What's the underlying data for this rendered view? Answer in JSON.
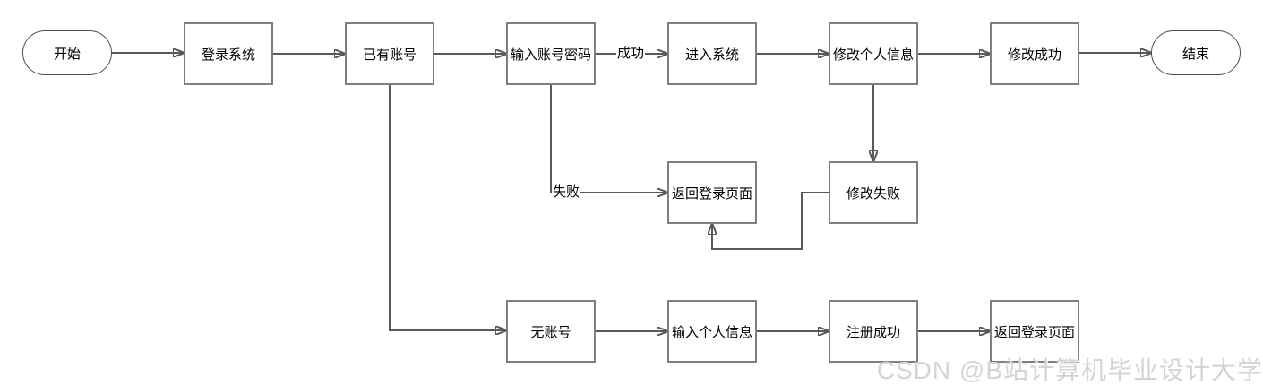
{
  "diagram": {
    "title": "user-login-register-flowchart",
    "nodes": {
      "start": {
        "label": "开始",
        "shape": "stadium"
      },
      "login_system": {
        "label": "登录系统",
        "shape": "rect"
      },
      "has_account": {
        "label": "已有账号",
        "shape": "rect"
      },
      "enter_credentials": {
        "label": "输入账号密码",
        "shape": "rect"
      },
      "enter_system": {
        "label": "进入系统",
        "shape": "rect"
      },
      "modify_profile": {
        "label": "修改个人信息",
        "shape": "rect"
      },
      "modify_success": {
        "label": "修改成功",
        "shape": "rect"
      },
      "end": {
        "label": "结束",
        "shape": "stadium"
      },
      "return_login_mid": {
        "label": "返回登录页面",
        "shape": "rect"
      },
      "modify_fail": {
        "label": "修改失败",
        "shape": "rect"
      },
      "no_account": {
        "label": "无账号",
        "shape": "rect"
      },
      "enter_personal_info": {
        "label": "输入个人信息",
        "shape": "rect"
      },
      "register_success": {
        "label": "注册成功",
        "shape": "rect"
      },
      "return_login_bottom": {
        "label": "返回登录页面",
        "shape": "rect"
      }
    },
    "edge_labels": {
      "success": "成功",
      "fail": "失败"
    },
    "colors": {
      "rect_border": "#7f7f7f",
      "stadium_border": "#4d4d4d",
      "line": "#595959",
      "arrowhead": "#000000",
      "text": "#000000",
      "watermark": "#d4d4d4",
      "background": "#ffffff"
    }
  },
  "watermark": {
    "text": "CSDN @B站计算机毕业设计大学"
  }
}
